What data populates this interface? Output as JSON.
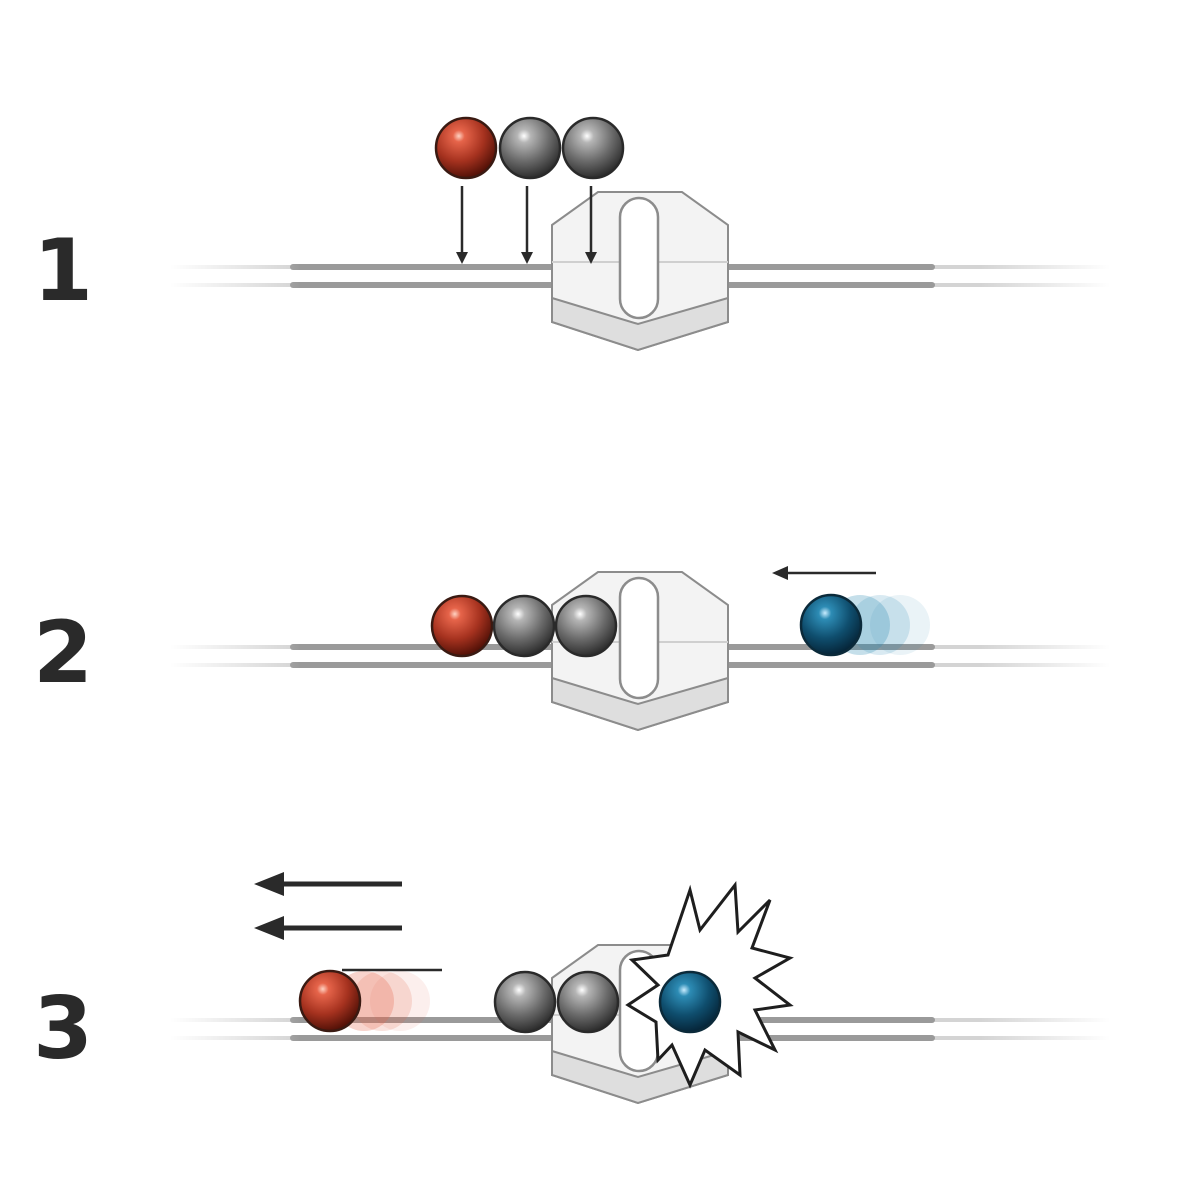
{
  "steps": [
    {
      "number": "1",
      "balls": [
        "red",
        "gray",
        "gray"
      ],
      "arrow_direction": "down"
    },
    {
      "number": "2",
      "balls": [
        "red",
        "gray",
        "gray",
        "blue"
      ],
      "arrow_direction": "left"
    },
    {
      "number": "3",
      "balls": [
        "red",
        "gray",
        "gray",
        "blue"
      ],
      "arrow_direction": "left"
    }
  ],
  "colors": {
    "red_ball": "#a6321f",
    "gray_ball": "#6b6b6b",
    "blue_ball": "#0f4e6e",
    "ink": "#2a2a2a",
    "rail": "#9a9a9a"
  }
}
